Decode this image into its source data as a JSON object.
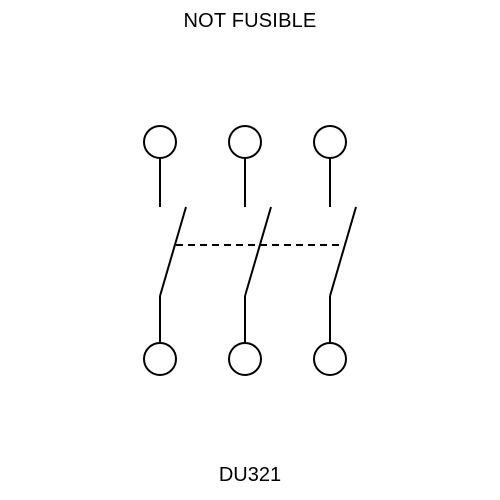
{
  "title": "NOT FUSIBLE",
  "model": "DU321",
  "poles": [
    {
      "top_terminal": "terminal",
      "bottom_terminal": "terminal"
    },
    {
      "top_terminal": "terminal",
      "bottom_terminal": "terminal"
    },
    {
      "top_terminal": "terminal",
      "bottom_terminal": "terminal"
    }
  ],
  "colors": {
    "stroke": "#000000",
    "background": "#ffffff"
  }
}
